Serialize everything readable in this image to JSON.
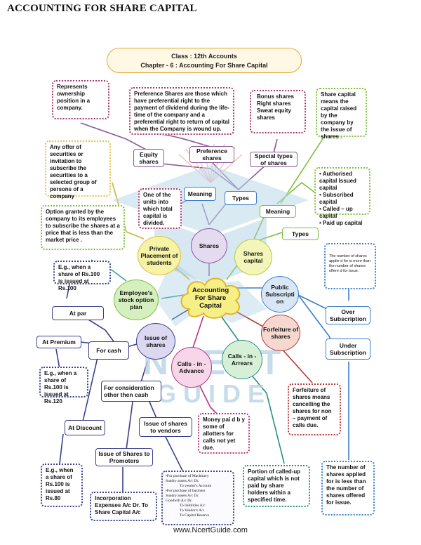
{
  "page_title": "ACCOUNTING FOR SHARE CAPITAL",
  "header": {
    "line1": "Class : 12th Accounts",
    "line2": "Chapter - 6 : Accounting For Share Capital"
  },
  "center": "Accounting For Share Capital",
  "watermark": {
    "line1": "NCERT",
    "line2": "GUIDE"
  },
  "nodes": {
    "shares": "Shares",
    "shares_capital": "Shares capital",
    "private_placement": "Private Placement of students",
    "esop": "Employee's stock option plan",
    "issue_of_shares": "Issue of shares",
    "calls_advance": "Calls - in - Advance",
    "calls_arrears": "Calls - in - Arrears",
    "forfeiture": "Forfeiture of shares",
    "public_subscription": "Public Subscripti on",
    "equity_shares": "Equity shares",
    "preference_shares": "Preference shares",
    "special_types": "Special types of shares",
    "meaning_left": "Meaning",
    "types_left": "Types",
    "meaning_right": "Meaning",
    "types_right": "Types",
    "over_subscription": "Over Subscription",
    "under_subscription": "Under Subscription",
    "at_par": "At par",
    "at_premium": "At Premium",
    "at_discount": "At Discount",
    "for_cash": "For cash",
    "for_consideration": "For consideration other then cash",
    "issue_to_vendors": "Issue of shares to vendors",
    "issue_to_promoters": "Issue of Shares to Promoters"
  },
  "notes": {
    "ownership": "Represents ownership position in a company.",
    "preference_def": "Preference Shares are those which have preferential right to the payment of dividend during the life-time of the company and a preferential right to return of capital when the Company is wound up.",
    "special_list": [
      "Bonus shares",
      "Right shares",
      "Sweat equity shares"
    ],
    "share_capital_def": "Share capital means the capital raised by the company by the issue of shares .",
    "offer_def": "Any offer of securities or invitation to subscribe the securities to a selected group of persons of a company",
    "unit_def": "One of the units into which total capital is divided.",
    "capital_types": [
      "Authorised capital Issued capital",
      "Subscribed capital",
      "Called – up capital",
      "Paid up capital"
    ],
    "esop_def": "Option granted by the company to its employees to subscribe the shares at a price that is less than the market price .",
    "over_def": "The number of shares applie d for is more than the number of shares offere d for issue.",
    "par_example": "E.g., when a share of Rs.100 is issued at Rs.100",
    "premium_example": "E.g., when a share of Rs.100 is issued at Rs.120",
    "discount_example": "E.g., when a share of Rs.100 is issued at Rs.80",
    "advance_def": "Money pai d b y some of allotters for calls not yet due.",
    "forfeiture_def": "Forfeiture of shares means cancelling the shares for non – payment of calls due.",
    "arrears_def": "Portion of called-up capital which is not paid by share holders within a specified time.",
    "under_def": "The number of shares applied for is less than the number of shares offered for issue.",
    "promoters_entry": "Incorporation Expenses A/c        Dr. To  Share Capital A/c",
    "vendors_entries": [
      "•For purchase of Machinery",
      "Sundry assets A/c      Dr.",
      "To vendor's Account",
      "•For purchase of business",
      "Sundry assets A/c      Dr.",
      "Goodwill A/c            Dr.",
      "To liabilities A/c",
      "To Vendor's A/c",
      "To Capital Reserve"
    ]
  },
  "footer": "www.NcertGuide.com"
}
